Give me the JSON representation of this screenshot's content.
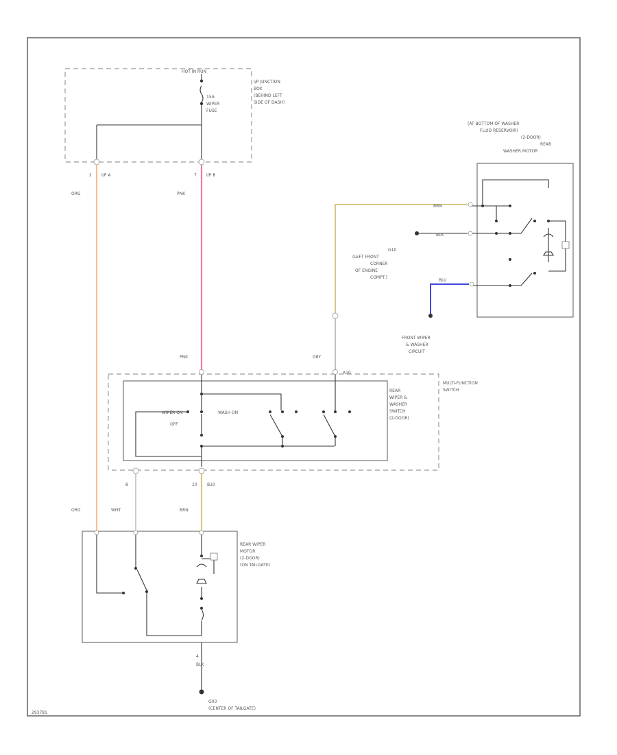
{
  "colors": {
    "org_wire": "#f7c08c",
    "pnk_wire": "#f27a96",
    "brn_wire": "#d9c585",
    "blu_wire": "#4444dd",
    "gry_wire": "#bbbbbb",
    "line": "#333333"
  },
  "hot_label": "HOT IN RUN",
  "ip_junction": {
    "lines": [
      "I/P JUNCTION",
      "BOX",
      "(BEHIND LEFT",
      "SIDE OF DASH)"
    ],
    "fuse_lines": [
      "15A",
      "WIPER",
      "FUSE"
    ]
  },
  "connectors": {
    "ipa_pin": "2",
    "ipa_name": "I/P A",
    "ipb_pin": "7",
    "ipb_name": "I/P B"
  },
  "wires": {
    "org": "ORG",
    "pnk": "PNK",
    "brn": "BRN",
    "blk": "BLK",
    "gry": "GRY",
    "blu": "BLU",
    "wht": "WHT"
  },
  "washer_motor": {
    "lines": [
      "(AT BOTTOM OF WASHER",
      "FLUID RESERVOIR)",
      "(2-DOOR)",
      "REAR",
      "WASHER MOTOR"
    ]
  },
  "ground_s113": {
    "lines": [
      "G10",
      "(LEFT FRONT",
      "CORNER",
      "OF ENGINE",
      "COMPT.)"
    ]
  },
  "front_wiper_circuit": {
    "lines": [
      "FRONT WIPER",
      "& WASHER",
      "CIRCUIT"
    ]
  },
  "multifunction_switch": {
    "lines": [
      "MULTI-FUNCTION",
      "SWITCH"
    ],
    "rear_switch_lines": [
      "REAR",
      "WIPER &",
      "WASHER",
      "SWITCH",
      "(2-DOOR)"
    ],
    "pin_top_right": "A10",
    "pin_bottom_left": "8",
    "pin_bottom_mid": "10",
    "pin_bottom_mid_name": "B10",
    "wiper_on": "WIPER ON",
    "wash_on": "WASH ON",
    "off": "OFF"
  },
  "rear_wiper_motor": {
    "lines": [
      "REAR WIPER",
      "MOTOR",
      "(2-DOOR)",
      "(ON TAILGATE)"
    ],
    "ground_pin": "4"
  },
  "ground_bottom": {
    "lines": [
      "G03",
      "(CENTER OF TAILGATE)"
    ]
  },
  "diagram_id": "293781"
}
